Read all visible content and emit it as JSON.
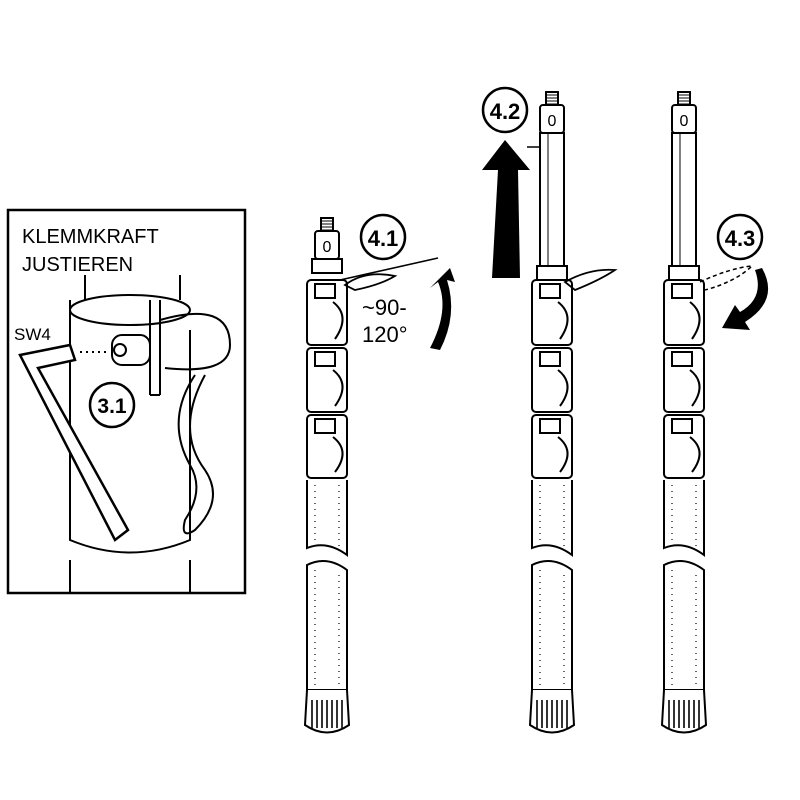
{
  "detail_box": {
    "title_line1": "KLEMMKRAFT",
    "title_line2": "JUSTIEREN",
    "tool_label": "SW4",
    "step": "3.1"
  },
  "steps": {
    "step_4_1": "4.1",
    "angle_line1": "~90-",
    "angle_line2": "120°",
    "step_4_2": "4.2",
    "step_4_3": "4.3"
  },
  "poles": [
    {
      "cap_mark": "0"
    },
    {
      "cap_mark": "0"
    },
    {
      "cap_mark": "0"
    }
  ],
  "colors": {
    "ink": "#000000",
    "background": "#ffffff"
  }
}
